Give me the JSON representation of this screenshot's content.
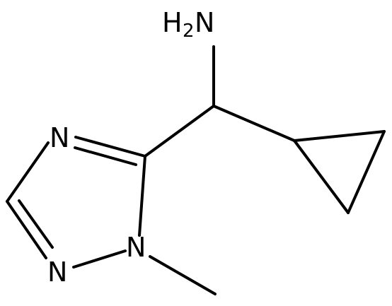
{
  "labels": {
    "amine": {
      "main": "H",
      "subscript": "2",
      "suffix": "N"
    },
    "ring_n_top": "N",
    "ring_n_bottom": "N",
    "ring_n_methyl": "N"
  },
  "colors": {
    "bond": "#000000",
    "text": "#000000",
    "background": "#ffffff"
  }
}
